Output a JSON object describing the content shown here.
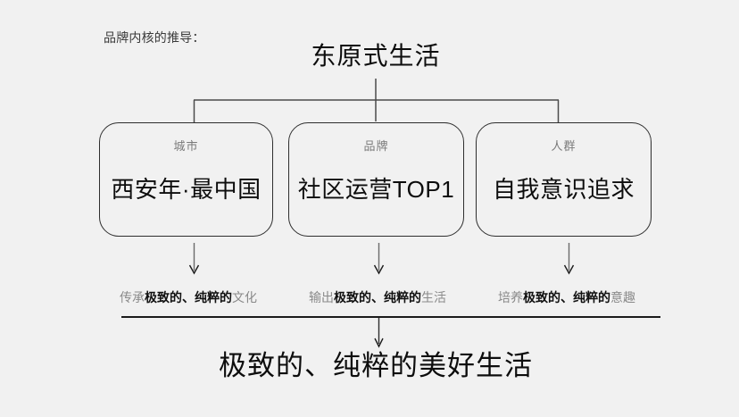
{
  "page": {
    "background_color": "#f1f1f1",
    "intro_label": "品牌内核的推导：",
    "root_title": "东原式生活",
    "final_statement": "极致的、纯粹的美好生活"
  },
  "colors": {
    "background": "#f1f1f1",
    "text_primary": "#0d0d0d",
    "text_muted": "#8a8a8a",
    "card_border": "#2e2e2e",
    "connector": "#4a4a4a",
    "rule": "#1b1b1b"
  },
  "cards": [
    {
      "kicker": "城市",
      "title": "西安年·最中国"
    },
    {
      "kicker": "品牌",
      "title": "社区运营TOP1"
    },
    {
      "kicker": "人群",
      "title": "自我意识追求"
    }
  ],
  "outcomes": [
    {
      "prefix": "传承",
      "emphasis": "极致的、纯粹的",
      "suffix": "文化"
    },
    {
      "prefix": "输出",
      "emphasis": "极致的、纯粹的",
      "suffix": "生活"
    },
    {
      "prefix": "培养",
      "emphasis": "极致的、纯粹的",
      "suffix": "意趣"
    }
  ],
  "connectors": {
    "top_stem": "vertical-line",
    "top_bar": "horizontal-bracket",
    "branch_arrows": [
      "arrow-down",
      "arrow-down",
      "arrow-down"
    ],
    "final_arrow": "arrow-down"
  }
}
